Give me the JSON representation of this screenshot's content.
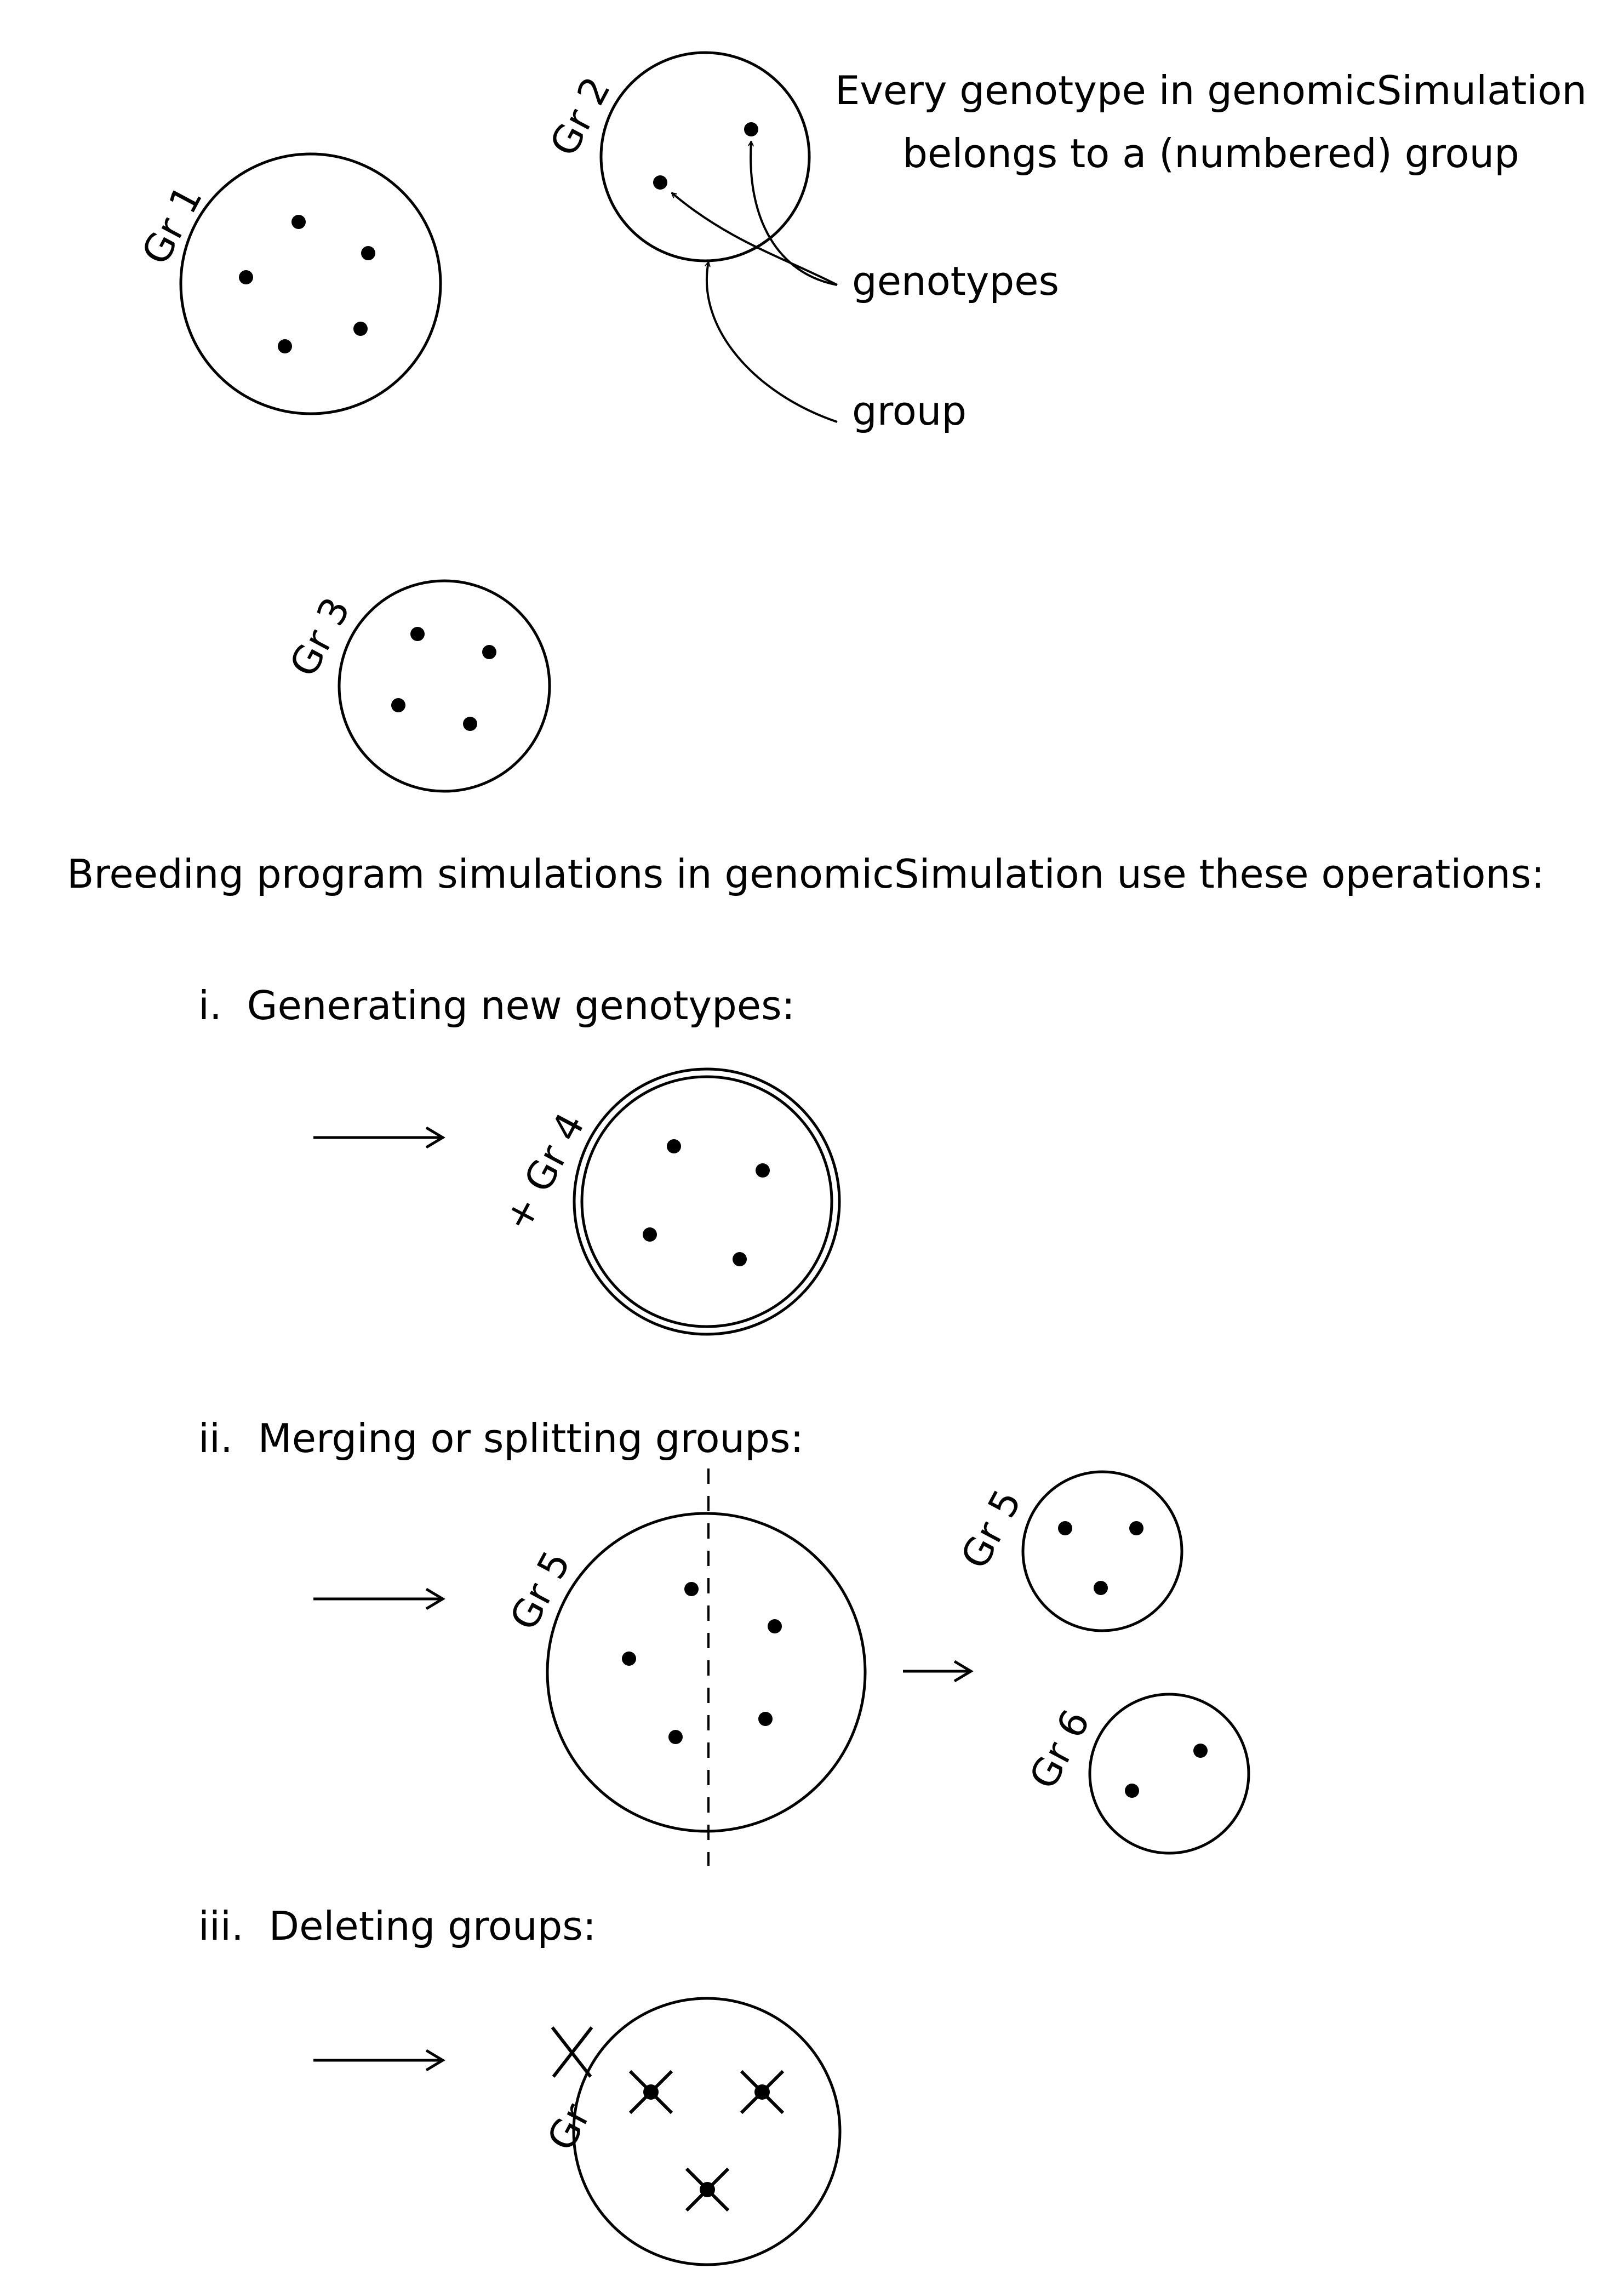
{
  "intro": {
    "line1": "Every genotype in genomicSimulation",
    "line2": "belongs to a (numbered) group",
    "genotypes_label": "genotypes",
    "group_label": "group"
  },
  "groups": {
    "gr1": "Gr 1",
    "gr2": "Gr 2",
    "gr3": "Gr 3"
  },
  "operations_heading": "Breeding program simulations in genomicSimulation use these operations:",
  "operations": [
    {
      "label": "i.  Generating new genotypes:",
      "group_label": "+ Gr 4"
    },
    {
      "label": "ii.  Merging or splitting groups:",
      "group_label": "Gr 5",
      "result_labels": [
        "Gr 5",
        "Gr 6"
      ]
    },
    {
      "label": "iii.  Deleting groups:",
      "group_label": "Gr"
    }
  ],
  "arrows": {
    "op_arrow": "⟶",
    "split_arrow": "→"
  }
}
